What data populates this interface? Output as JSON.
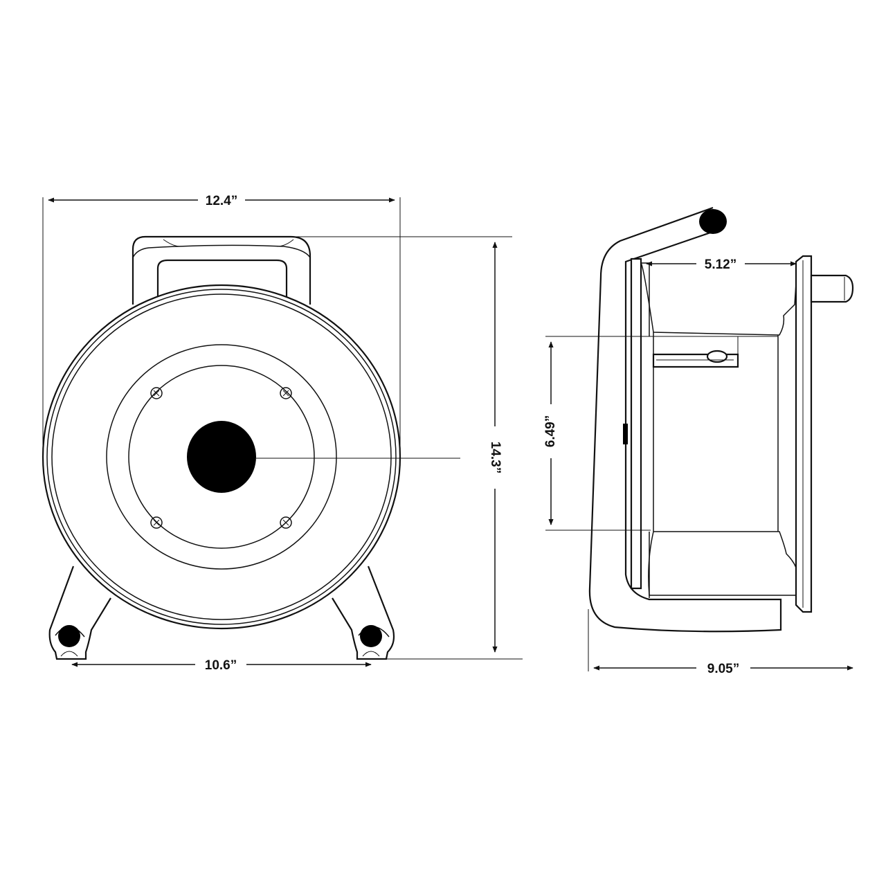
{
  "dimensions": {
    "front_width": "12.4”",
    "front_height": "14.3”",
    "front_foot_span": "10.6”",
    "side_drum_width": "5.12”",
    "side_core_height": "6.49”",
    "side_depth": "9.05”"
  },
  "colors": {
    "line": "#111111",
    "fill": "#000000",
    "background": "#ffffff"
  },
  "icons": {
    "screw": "screw-icon",
    "arrowhead": "arrowhead-icon"
  }
}
